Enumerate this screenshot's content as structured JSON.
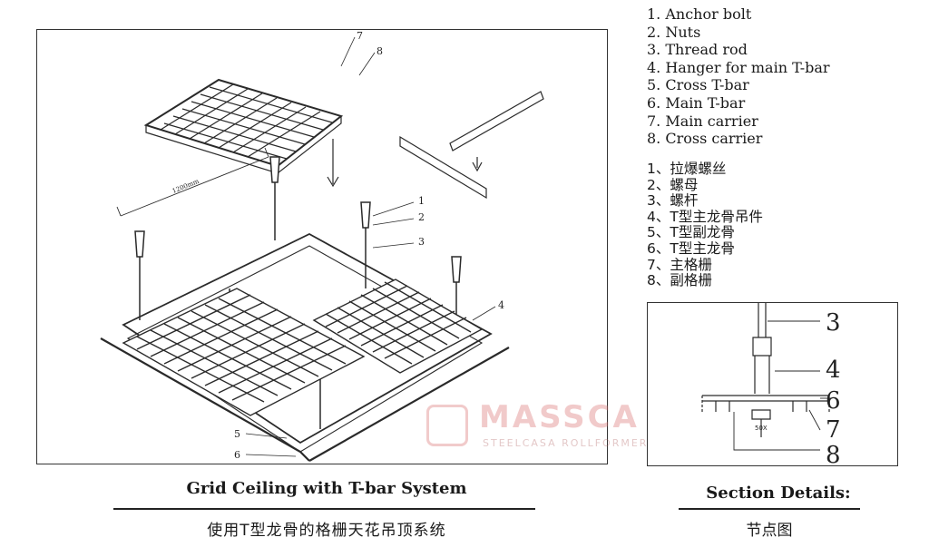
{
  "legend_en": [
    "1. Anchor bolt",
    "2. Nuts",
    "3. Thread rod",
    "4. Hanger for main T-bar",
    "5. Cross T-bar",
    "6. Main T-bar",
    "7. Main carrier",
    "8. Cross carrier"
  ],
  "legend_cn": [
    "1、拉爆螺丝",
    "2、螺母",
    "3、螺杆",
    "4、T型主龙骨吊件",
    "5、T型副龙骨",
    "6、T型主龙骨",
    "7、主格栅",
    "8、副格栅"
  ],
  "drawing_callouts": [
    "7",
    "8",
    "1",
    "2",
    "3",
    "4",
    "5",
    "6"
  ],
  "dimension_label": "1200mm",
  "section_callouts": [
    "3",
    "4",
    "6",
    "7",
    "8"
  ],
  "section_dimension": "50X",
  "captions": {
    "main_title": "Grid Ceiling with  T-bar System",
    "main_subtitle": "使用T型龙骨的格栅天花吊顶系统",
    "section_title": "Section  Details:",
    "section_subtitle": "节点图"
  },
  "watermark": {
    "brand": "MASSCA",
    "tagline": "STEELCASA ROLLFORMER"
  }
}
